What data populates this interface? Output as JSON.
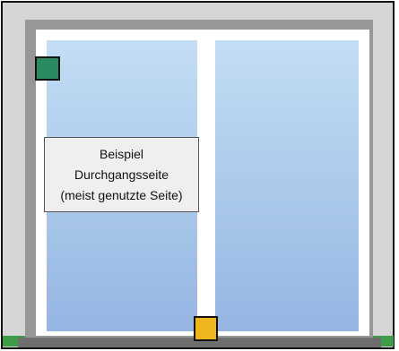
{
  "diagram": {
    "label_lines": [
      "Beispiel",
      "Durchgangsseite",
      "(meist genutzte Seite)"
    ],
    "markers": [
      {
        "name": "green-marker",
        "color": "#2a8a5f"
      },
      {
        "name": "yellow-marker",
        "color": "#efb51d"
      }
    ],
    "colors": {
      "wall": "#d5d5d5",
      "door_frame": "#979797",
      "sash": "#ffffff",
      "glass_top": "#c3ddf4",
      "glass_bottom": "#97b5e2",
      "floor": "#3d9b4a",
      "threshold": "#6e6e6e",
      "label_background": "#efefef"
    }
  }
}
